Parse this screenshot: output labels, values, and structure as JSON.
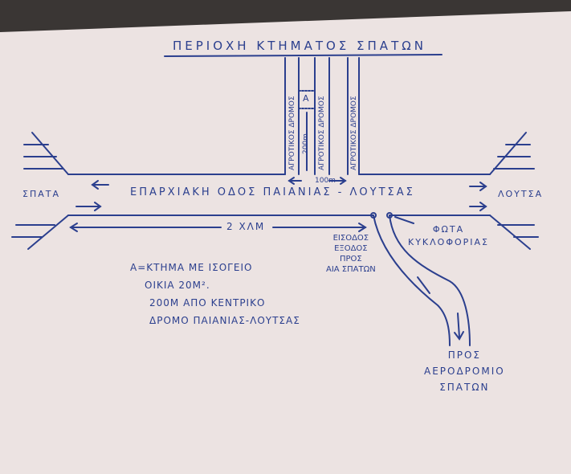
{
  "title": "ΠΕΡΙΟΧΗ ΚΤΗΜΑΤΟΣ ΣΠΑΤΩΝ",
  "farm_roads": [
    "ΑΓΡΟΤΙΚΟΣ ΔΡΟΜΟΣ",
    "ΑΓΡΟΤΙΚΟΣ ΔΡΟΜΟΣ",
    "ΑΓΡΟΤΙΚΟΣ ΔΡΟΜΟΣ"
  ],
  "plot_marker": "A",
  "distance_to_plot": "200m",
  "road_spacing": "100m",
  "left_town": "ΣΠΑΤΑ",
  "right_town": "ΛΟΥΤΣΑ",
  "main_road": "ΕΠΑΡΧΙΑΚΗ ΟΔΟΣ ΠΑΙΑΝΙΑΣ - ΛΟΥΤΣΑΣ",
  "distance_main": "2 ΧΛΜ",
  "entrance_label": [
    "ΕΙΣΟΔΟΣ",
    "ΕΞΟΔΟΣ",
    "ΠΡΟΣ",
    "ΑΙΑ ΣΠΑΤΩΝ"
  ],
  "lights_label": [
    "ΦΩΤΑ",
    "ΚΥΚΛΟΦΟΡΙΑΣ"
  ],
  "legend": [
    "Α=ΚΤΗΜΑ ΜΕ ΙΣΟΓΕΙΟ",
    "ΟΙΚΙΑ 20Μ².",
    "200Μ ΑΠΟ ΚΕΝΤΡΙΚΟ",
    "ΔΡΟΜΟ ΠΑΙΑΝΙΑΣ-ΛΟΥΤΣΑΣ"
  ],
  "airport_label": [
    "ΠΡΟΣ",
    "ΑΕΡΟΔΡΟΜΙΟ",
    "ΣΠΑΤΩΝ"
  ],
  "colors": {
    "ink": "#2b3f8e",
    "paper": "#ece3e2"
  }
}
